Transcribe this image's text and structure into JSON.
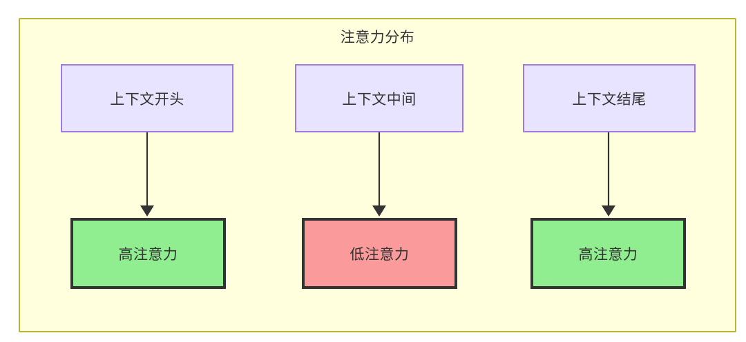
{
  "diagram": {
    "title": "注意力分布",
    "container": {
      "fill": "#ffffdd",
      "border": "#bbb534"
    },
    "top_nodes": [
      {
        "label": "上下文开头",
        "fill": "#e8e4ff",
        "border": "#9d79e0"
      },
      {
        "label": "上下文中间",
        "fill": "#e8e4ff",
        "border": "#9d79e0"
      },
      {
        "label": "上下文结尾",
        "fill": "#e8e4ff",
        "border": "#9d79e0"
      }
    ],
    "bottom_nodes": [
      {
        "label": "高注意力",
        "fill": "#90ee90",
        "border": "#333333"
      },
      {
        "label": "低注意力",
        "fill": "#fa9a9a",
        "border": "#333333"
      },
      {
        "label": "高注意力",
        "fill": "#90ee90",
        "border": "#333333"
      }
    ],
    "edges": [
      {
        "from": "上下文开头",
        "to": "高注意力",
        "label": ""
      },
      {
        "from": "上下文中间",
        "to": "低注意力",
        "label": ""
      },
      {
        "from": "上下文结尾",
        "to": "高注意力",
        "label": ""
      }
    ],
    "edge_color": "#333333",
    "text_color": "#333333"
  }
}
